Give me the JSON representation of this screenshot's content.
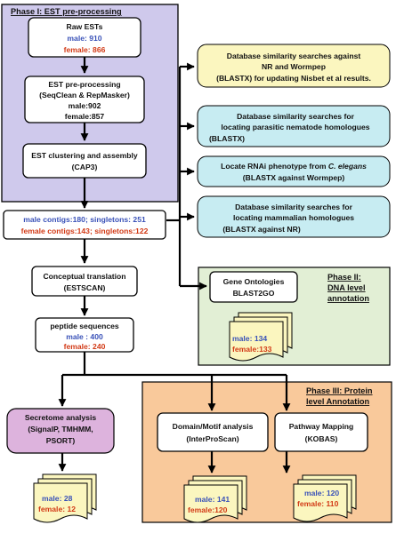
{
  "phase1": {
    "title": "Phase I: EST pre-processing"
  },
  "phase2": {
    "title_line1": "Phase II:",
    "title_line2": "DNA level",
    "title_line3": "annotation"
  },
  "phase3": {
    "title_line1": "Phase III: Protein",
    "title_line2": "level Annotation"
  },
  "raw_ests": {
    "title": "Raw ESTs",
    "male": "male: 910",
    "female": "female: 866"
  },
  "preprocessing": {
    "line1": "EST pre-processing",
    "line2": "(SeqClean & RepMasker)",
    "male": "male:902",
    "female": "female:857"
  },
  "clustering": {
    "line1": "EST clustering  and assembly",
    "line2": "(CAP3)"
  },
  "contigs": {
    "male": "male contigs:180; singletons: 251",
    "female": "female contigs:143; singletons:122"
  },
  "translation": {
    "line1": "Conceptual translation",
    "line2": "(ESTSCAN)"
  },
  "peptides": {
    "title": "peptide sequences",
    "male": "male : 400",
    "female": "female: 240"
  },
  "searches": [
    {
      "line1": "Database similarity searches  against",
      "line2": "NR and Wormpep",
      "line3": "(BLASTX) for updating Nisbet et al results."
    },
    {
      "line1": "Database similarity searches  for",
      "line2": "locating parasitic nematode homologues",
      "line3": "(BLASTX)"
    },
    {
      "line1_pre": "Locate RNAi phenotype from ",
      "line1_em": "C. elegans",
      "line2": "(BLASTX against Wormpep)"
    },
    {
      "line1": "Database similarity searches  for",
      "line2": "locating mammalian homologues",
      "line3": "(BLASTX against NR)"
    }
  ],
  "go": {
    "line1": "Gene Ontologies",
    "line2": "BLAST2GO",
    "male": "male: 134",
    "female": "female:133"
  },
  "secretome": {
    "line1": "Secretome analysis",
    "line2": "(SignalP, TMHMM,",
    "line3": "PSORT)",
    "male": "male: 28",
    "female": "female: 12"
  },
  "domain": {
    "line1": "Domain/Motif analysis",
    "line2": "(InterProScan)",
    "male": "male: 141",
    "female": "female:120"
  },
  "pathway": {
    "line1": "Pathway Mapping",
    "line2": "(KOBAS)",
    "male": "male: 120",
    "female": "female: 110"
  },
  "colors": {
    "phase1_bg": "#cfc9ec",
    "phase2_bg": "#e2efd5",
    "phase3_bg": "#f9c99b",
    "secretome_bg": "#ddb3dd",
    "male": "#3a52b8",
    "female": "#d23a16",
    "search_bg": "#c7ecf2",
    "doc_bg": "#fbf6bf"
  }
}
